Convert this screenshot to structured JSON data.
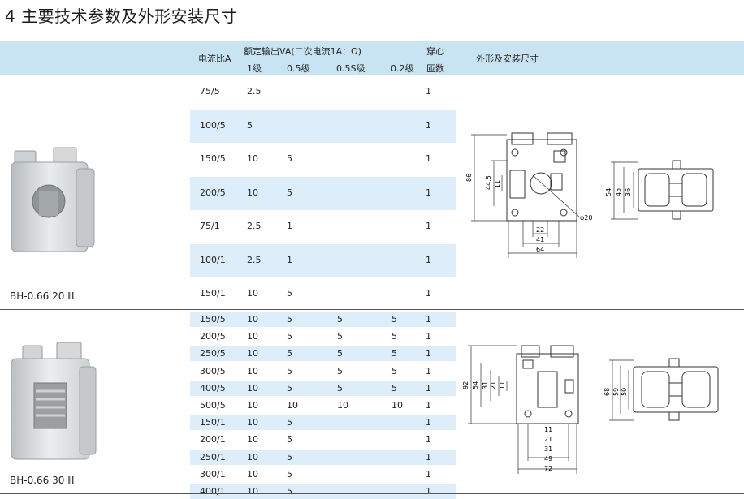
{
  "title": "4 主要技术参数及外形安装尺寸",
  "header": {
    "ratio": "电流比A",
    "rated_output": "额定输出VA(二次电流1A：Ω)",
    "class_1": "1级",
    "class_05": "0.5级",
    "class_05s": "0.5S级",
    "class_02": "0.2级",
    "turns_top": "穿心",
    "turns_bottom": "匝数",
    "dimensions": "外形及安装尺寸"
  },
  "section1": {
    "model": "BH-0.66 20 Ⅲ",
    "rows": [
      {
        "ratio": "75/5",
        "c1": "2.5",
        "c05": "",
        "c05s": "",
        "c02": "",
        "turns": "1"
      },
      {
        "ratio": "100/5",
        "c1": "5",
        "c05": "",
        "c05s": "",
        "c02": "",
        "turns": "1"
      },
      {
        "ratio": "150/5",
        "c1": "10",
        "c05": "5",
        "c05s": "",
        "c02": "",
        "turns": "1"
      },
      {
        "ratio": "200/5",
        "c1": "10",
        "c05": "5",
        "c05s": "",
        "c02": "",
        "turns": "1"
      },
      {
        "ratio": "75/1",
        "c1": "2.5",
        "c05": "1",
        "c05s": "",
        "c02": "",
        "turns": "1"
      },
      {
        "ratio": "100/1",
        "c1": "2.5",
        "c05": "1",
        "c05s": "",
        "c02": "",
        "turns": "1"
      },
      {
        "ratio": "150/1",
        "c1": "10",
        "c05": "5",
        "c05s": "",
        "c02": "",
        "turns": "1"
      }
    ],
    "dims": {
      "d86": "86",
      "d44_5": "44.5",
      "d11": "11",
      "d22": "22",
      "d41": "41",
      "d64": "64",
      "dphi": "φ20",
      "d54": "54",
      "d45": "45",
      "d36": "36"
    }
  },
  "section2": {
    "model": "BH-0.66 30 Ⅲ",
    "rows": [
      {
        "ratio": "150/5",
        "c1": "10",
        "c05": "5",
        "c05s": "5",
        "c02": "5",
        "turns": "1"
      },
      {
        "ratio": "200/5",
        "c1": "10",
        "c05": "5",
        "c05s": "5",
        "c02": "5",
        "turns": "1"
      },
      {
        "ratio": "250/5",
        "c1": "10",
        "c05": "5",
        "c05s": "5",
        "c02": "5",
        "turns": "1"
      },
      {
        "ratio": "300/5",
        "c1": "10",
        "c05": "5",
        "c05s": "5",
        "c02": "5",
        "turns": "1"
      },
      {
        "ratio": "400/5",
        "c1": "10",
        "c05": "5",
        "c05s": "5",
        "c02": "5",
        "turns": "1"
      },
      {
        "ratio": "500/5",
        "c1": "10",
        "c05": "10",
        "c05s": "10",
        "c02": "10",
        "turns": "1"
      },
      {
        "ratio": "150/1",
        "c1": "10",
        "c05": "5",
        "c05s": "",
        "c02": "",
        "turns": "1"
      },
      {
        "ratio": "200/1",
        "c1": "10",
        "c05": "5",
        "c05s": "",
        "c02": "",
        "turns": "1"
      },
      {
        "ratio": "250/1",
        "c1": "10",
        "c05": "5",
        "c05s": "",
        "c02": "",
        "turns": "1"
      },
      {
        "ratio": "300/1",
        "c1": "10",
        "c05": "5",
        "c05s": "",
        "c02": "",
        "turns": "1"
      },
      {
        "ratio": "400/1",
        "c1": "10",
        "c05": "5",
        "c05s": "",
        "c02": "",
        "turns": "1"
      }
    ],
    "dims": {
      "d92": "92",
      "d54": "54",
      "d31": "31",
      "d21": "21",
      "d11": "11",
      "d11b": "11",
      "d21b": "21",
      "d31b": "31",
      "d49": "49",
      "d72": "72",
      "d68": "68",
      "d59": "59",
      "d50": "50"
    }
  }
}
